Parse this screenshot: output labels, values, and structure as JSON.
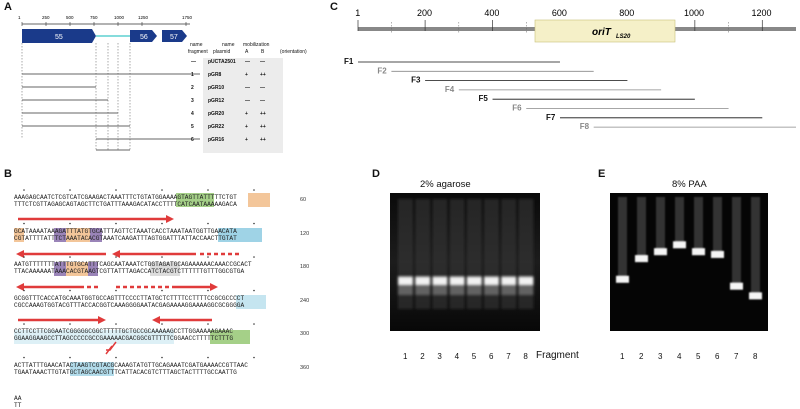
{
  "panels": {
    "a": "A",
    "b": "B",
    "c": "C",
    "d": "D",
    "e": "E"
  },
  "panelA": {
    "ticks": [
      "1",
      "250",
      "500",
      "750",
      "1000",
      "1250",
      "1750"
    ],
    "genes": [
      "55",
      "56",
      "57"
    ],
    "header_name1": "name",
    "header_name2": "name",
    "header_mobilization": "mobilization",
    "header_fragment": "fragment",
    "header_plasmid": "plasmid",
    "header_A": "A",
    "header_B": "B",
    "header_orientation": "(orientation)",
    "rows": [
      {
        "fragment": "—",
        "plasmid": "pUCTA2501",
        "a": "—",
        "b": "—"
      },
      {
        "fragment": "1",
        "plasmid": "pGR8",
        "a": "+",
        "b": "++"
      },
      {
        "fragment": "2",
        "plasmid": "pGR10",
        "a": "—",
        "b": "—"
      },
      {
        "fragment": "3",
        "plasmid": "pGR12",
        "a": "—",
        "b": "—"
      },
      {
        "fragment": "4",
        "plasmid": "pGR20",
        "a": "+",
        "b": "++"
      },
      {
        "fragment": "5",
        "plasmid": "pGR22",
        "a": "+",
        "b": "++"
      },
      {
        "fragment": "6",
        "plasmid": "pGR16",
        "a": "+",
        "b": "++"
      }
    ]
  },
  "panelB": {
    "lines": [
      {
        "top": "AAAGAGCAATCTCGTCATCGAAGACTAAATTTCTGTATGGAAAAGTAGTTATTTTTCTGT",
        "bottom": "TTTCTCGTTAGAGCAGTAGCTTCTGATTTAAAGACATACCTTTTCATCAATAAAAAGACA",
        "num": "60"
      },
      {
        "top": "GCATAAAATAAAGATTTATGTGCATTTAGTTCTAAATCACCTAAATAATGGTTGAACATA",
        "bottom": "CGTATTTTATTTCTAAATACACGTAAATCAAGATTTAGTGGATTTATTACCAACTTGTAT",
        "num": "120"
      },
      {
        "top": "AATGTTTTTTTATTTGTGCATTTCAGCAATAAATCTGGTAGATGCAGAAAAAACAAACCGCACT",
        "bottom": "TTACAAAAAATAAACACGTAAGTCGTTATTTAGACCATCTACGTCTTTTTTGTTTGGCGTGA",
        "num": "180"
      },
      {
        "top": "GCGGTTTCACCATGCAAATGGTGCCAGTTTCCCCTTATGCTCTTTTCCTTTTCCGCGCCCCT",
        "bottom": "CGCCAAAGTGGTACGTTTACCACGGTCAAAGGGGAATACGAGAAAAGGAAAAGGCGCGGGGA",
        "num": "240"
      },
      {
        "top": "CCTTCCTTCGGAATCGGGGGCGGCTTTTTGCTGCCGCAAAAAGCCTTGGAAAAAGAAAC",
        "bottom": "GGAAGGAAGCCTTAGCCCCCGCCGAAAAACGACGGCGTTTTTCGGAACCTTTTTCTTTG",
        "num": "300"
      },
      {
        "top": "ACTTATTTGAACATACTAAGTCGTACGCAAAGTATGTTGCAGAAATCGATGAAAACCGTTAAC",
        "bottom": "TGAATAAACTTGTATGCTAGCAACGTTTCATTACACGTCTTTAGCTACTTTTGCCAATTG",
        "num": "360"
      },
      {
        "top": "AA",
        "bottom": "TT",
        "num": ""
      }
    ]
  },
  "panelC": {
    "ticks": [
      "1",
      "200",
      "400",
      "600",
      "800",
      "1000",
      "1200"
    ],
    "oriT_main": "oriT",
    "oriT_sub": "LS20",
    "fragments": [
      {
        "label": "F1",
        "start": 1,
        "end": 600
      },
      {
        "label": "F2",
        "start": 100,
        "end": 700
      },
      {
        "label": "F3",
        "start": 200,
        "end": 800
      },
      {
        "label": "F4",
        "start": 300,
        "end": 900
      },
      {
        "label": "F5",
        "start": 400,
        "end": 1000
      },
      {
        "label": "F6",
        "start": 500,
        "end": 1100
      },
      {
        "label": "F7",
        "start": 600,
        "end": 1200
      },
      {
        "label": "F8",
        "start": 700,
        "end": 1300
      }
    ]
  },
  "panelD": {
    "title": "2% agarose",
    "lanes": [
      "1",
      "2",
      "3",
      "4",
      "5",
      "6",
      "7",
      "8"
    ],
    "band_levels": [
      0.55,
      0.55,
      0.55,
      0.55,
      0.55,
      0.55,
      0.55,
      0.55
    ]
  },
  "panelE": {
    "title": "8% PAA",
    "lanes": [
      "1",
      "2",
      "3",
      "4",
      "5",
      "6",
      "7",
      "8"
    ],
    "band_levels": [
      0.6,
      0.45,
      0.4,
      0.35,
      0.4,
      0.42,
      0.65,
      0.72
    ]
  },
  "fragment_label": "Fragment",
  "colors": {
    "gene_arrow": "#1a3a8a",
    "oriT_box": "#f5f0c8",
    "green_hl": "#8fc46a",
    "blue_hl": "#9fd3e6",
    "orange_hl": "#f3c69a",
    "purple_hl": "#9a84b8",
    "red_arrow": "#e03b3b"
  }
}
